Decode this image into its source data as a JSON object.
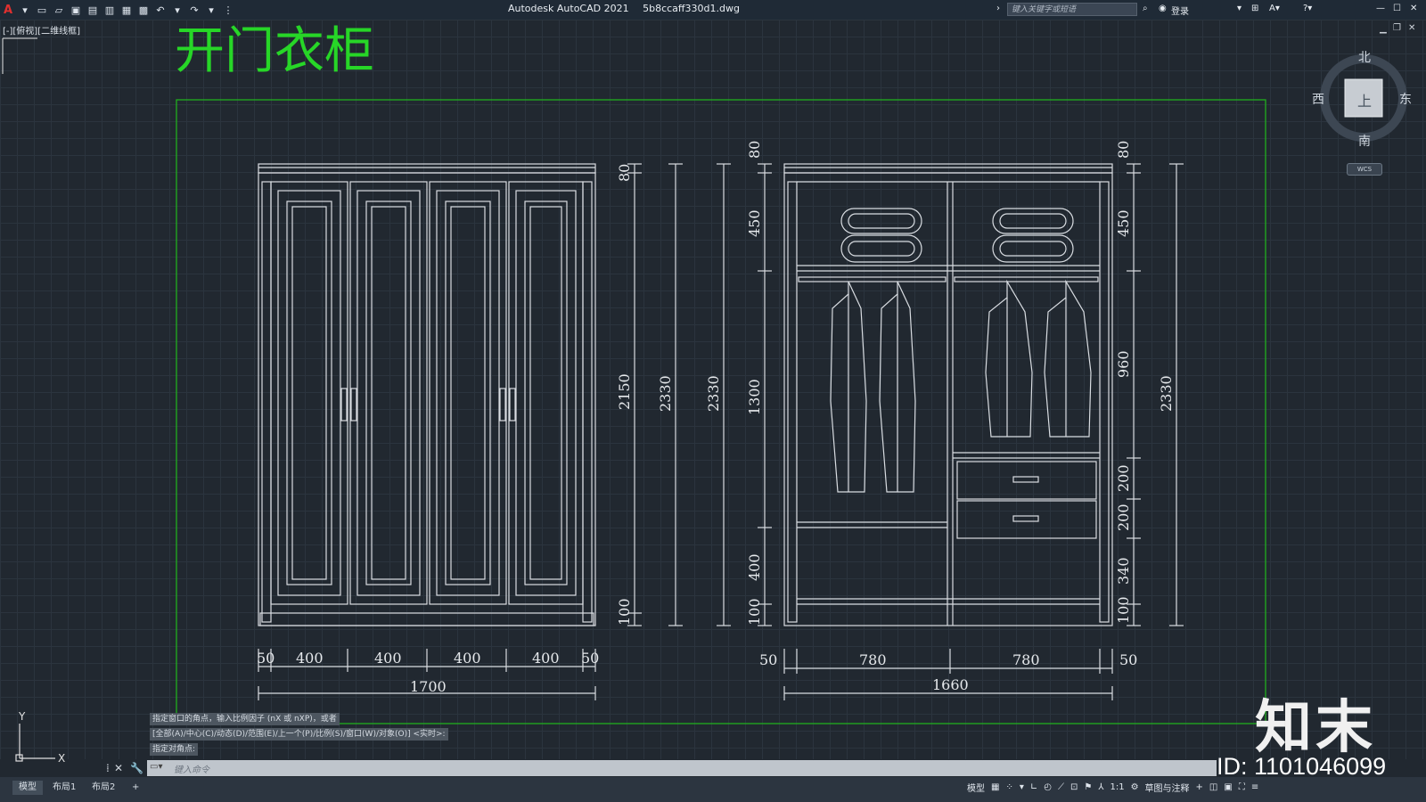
{
  "app": {
    "product": "Autodesk AutoCAD 2021",
    "filename": "5b8ccaff330d1.dwg",
    "search_placeholder": "键入关键字或短语",
    "login": "登录",
    "logo_letter": "A"
  },
  "viewport": {
    "label": "[-][俯视][二维线框]"
  },
  "drawing": {
    "title": "开门衣柜",
    "left_elevation": {
      "widths": [
        "50",
        "400",
        "400",
        "400",
        "400",
        "50"
      ],
      "total_width": "1700",
      "heights": [
        "80",
        "2150",
        "100"
      ],
      "total_height": "2330"
    },
    "right_elevation": {
      "left_heights": [
        "80",
        "450",
        "1300",
        "400",
        "100"
      ],
      "left_total": "2330",
      "right_heights": [
        "80",
        "450",
        "960",
        "200",
        "200",
        "340",
        "100"
      ],
      "right_total": "2330",
      "widths": [
        "50",
        "780",
        "780",
        "50"
      ],
      "total_width": "1660"
    }
  },
  "viewcube": {
    "north": "北",
    "south": "南",
    "east": "东",
    "west": "西",
    "face": "上",
    "wcs": "WCS"
  },
  "ucs": {
    "x": "X",
    "y": "Y"
  },
  "command": {
    "history": [
      "指定窗口的角点，输入比例因子 (nX 或 nXP)，或者",
      "[全部(A)/中心(C)/动态(D)/范围(E)/上一个(P)/比例(S)/窗口(W)/对象(O)] <实时>:",
      "指定对角点:"
    ],
    "input_placeholder": "键入命令"
  },
  "layout_tabs": [
    "模型",
    "布局1",
    "布局2"
  ],
  "status": {
    "model": "模型",
    "scale": "1:1",
    "workspace": "草图与注释"
  },
  "watermark": {
    "brand": "知末",
    "id": "ID: 1101046099"
  },
  "colors": {
    "background": "#212830",
    "drawing_lines": "#d9dde2",
    "title_green": "#27d627",
    "frame_green": "#1fae1f"
  }
}
